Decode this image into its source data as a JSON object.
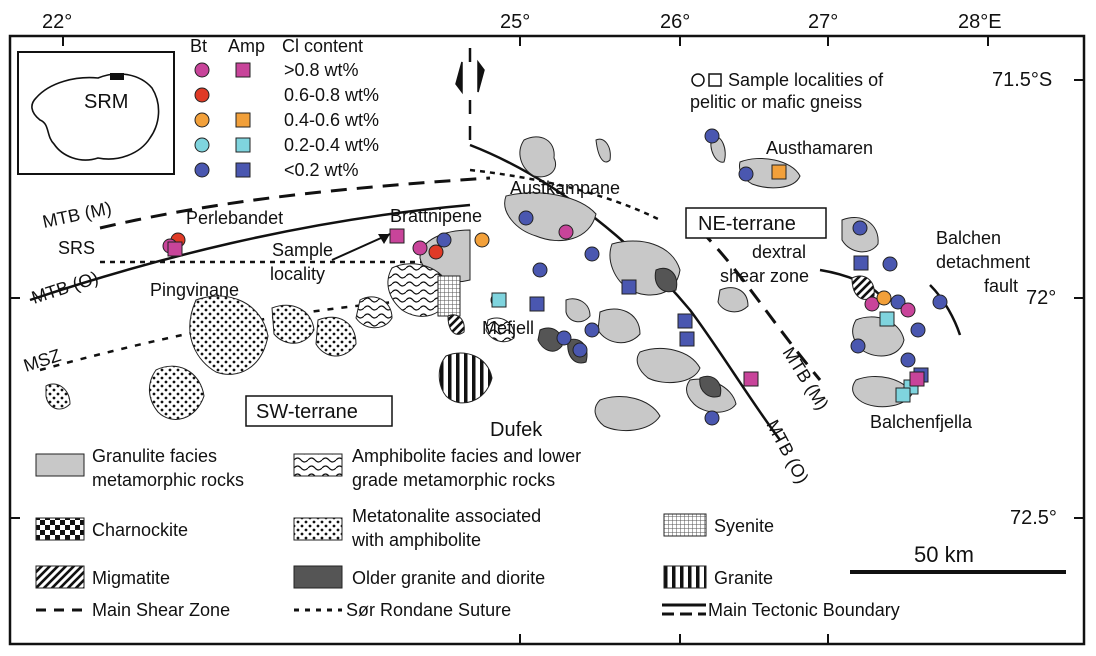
{
  "coords": {
    "lon_top": [
      "22°",
      "25°",
      "26°",
      "27°",
      "28°E"
    ],
    "lat_right": [
      "71.5°S",
      "72°",
      "72.5°"
    ]
  },
  "inset": {
    "label": "SRM"
  },
  "legend_top": {
    "col_bt": "Bt",
    "col_amp": "Amp",
    "col_cl": "Cl content",
    "rows": [
      ">0.8 wt%",
      "0.6-0.8 wt%",
      "0.4-0.6 wt%",
      "0.2-0.4 wt%",
      "<0.2 wt%"
    ],
    "colors": [
      "#c8449a",
      "#e03a26",
      "#f2a03a",
      "#7fd4de",
      "#4a57b0"
    ],
    "sample_note_1": "Sample localities of",
    "sample_note_2": "pelitic or mafic gneiss"
  },
  "places": {
    "austhamaren": "Austhamaren",
    "austkampane": "Austkampane",
    "perlebandet": "Perlebandet",
    "brattnipene": "Brattnipene",
    "pingvinane": "Pingvinane",
    "mefjell": "Mefjell",
    "dufek": "Dufek",
    "balchenfjella": "Balchenfjella",
    "sample_locality_1": "Sample",
    "sample_locality_2": "locality",
    "dextral_1": "dextral",
    "dextral_2": "shear zone",
    "balchen_1": "Balchen",
    "balchen_2": "detachment",
    "balchen_3": "fault",
    "mtb_m_left": "MTB (M)",
    "mtb_o_left": "MTB (O)",
    "srs": "SRS",
    "msz": "MSZ",
    "mtb_m_right": "MTB (M)",
    "mtb_o_right": "MTB (O)"
  },
  "terranes": {
    "ne": "NE-terrane",
    "sw": "SW-terrane"
  },
  "legend_bottom": {
    "granulite_1": "Granulite facies",
    "granulite_2": "metamorphic rocks",
    "amphibolite_1": "Amphibolite facies and lower",
    "amphibolite_2": "grade metamorphic rocks",
    "charnockite": "Charnockite",
    "metatonalite_1": "Metatonalite associated",
    "metatonalite_2": "with amphibolite",
    "syenite": "Syenite",
    "migmatite": "Migmatite",
    "older_granite": "Older granite and diorite",
    "granite": "Granite",
    "main_shear_zone": "Main Shear Zone",
    "sor_rondane_suture": "Sør Rondane Suture",
    "main_tectonic_boundary": "Main Tectonic Boundary"
  },
  "scale": {
    "label": "50 km"
  }
}
